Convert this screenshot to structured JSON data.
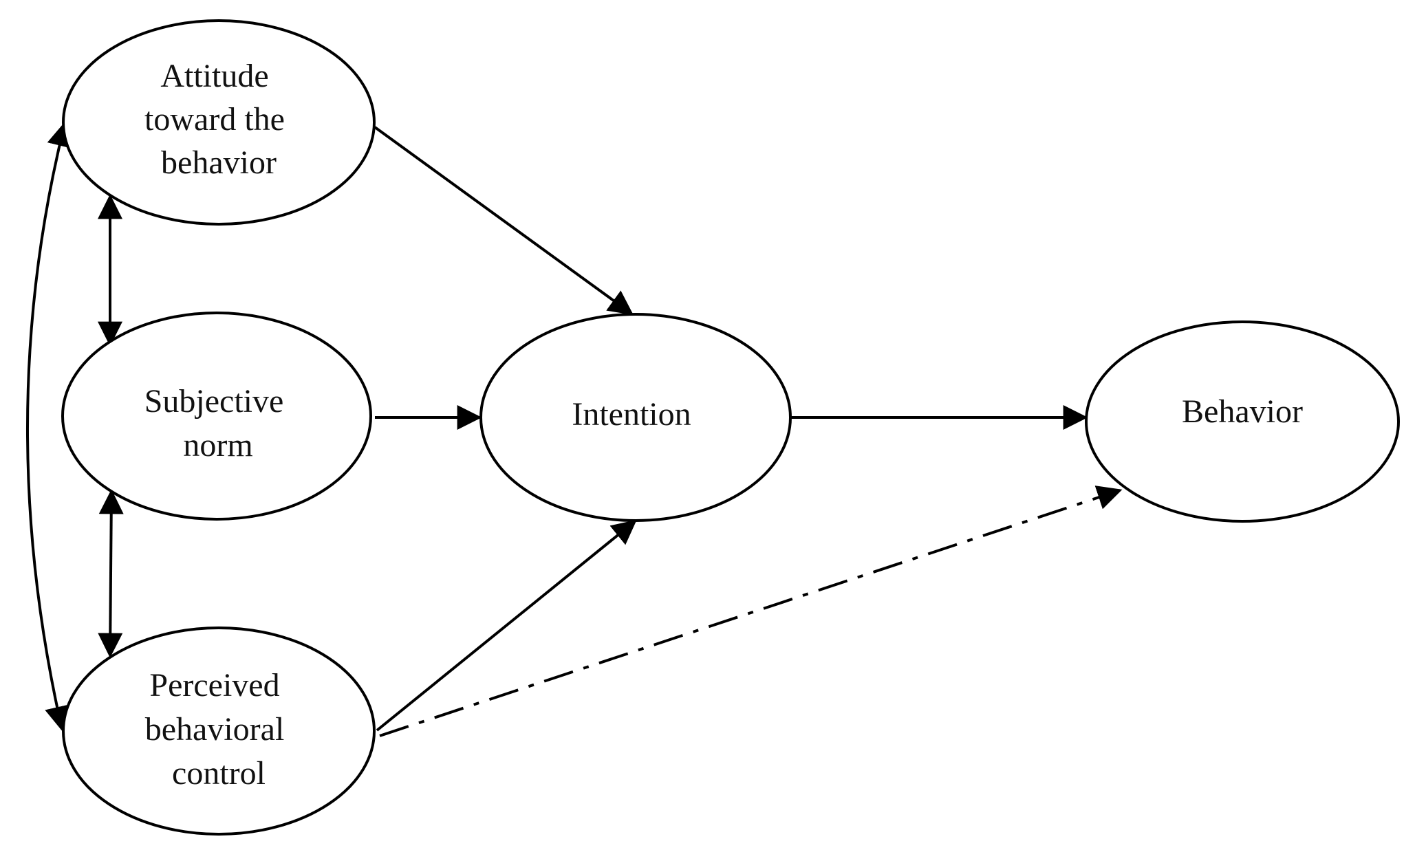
{
  "diagram": {
    "nodes": {
      "attitude": {
        "lines": [
          "Attitude",
          "toward the",
          "behavior"
        ]
      },
      "subjective_norm": {
        "lines": [
          "Subjective",
          "norm"
        ]
      },
      "perceived_control": {
        "lines": [
          "Perceived",
          "behavioral",
          "control"
        ]
      },
      "intention": {
        "lines": [
          "Intention"
        ]
      },
      "behavior": {
        "lines": [
          "Behavior"
        ]
      }
    },
    "edges": [
      {
        "from": "attitude",
        "to": "intention",
        "style": "solid",
        "direction": "forward"
      },
      {
        "from": "subjective_norm",
        "to": "intention",
        "style": "solid",
        "direction": "forward"
      },
      {
        "from": "perceived_control",
        "to": "intention",
        "style": "solid",
        "direction": "forward"
      },
      {
        "from": "intention",
        "to": "behavior",
        "style": "solid",
        "direction": "forward"
      },
      {
        "from": "perceived_control",
        "to": "behavior",
        "style": "dash-dot",
        "direction": "forward"
      },
      {
        "from": "attitude",
        "to": "subjective_norm",
        "style": "solid",
        "direction": "both"
      },
      {
        "from": "subjective_norm",
        "to": "perceived_control",
        "style": "solid",
        "direction": "both"
      },
      {
        "from": "attitude",
        "to": "perceived_control",
        "style": "solid",
        "direction": "both"
      }
    ]
  }
}
